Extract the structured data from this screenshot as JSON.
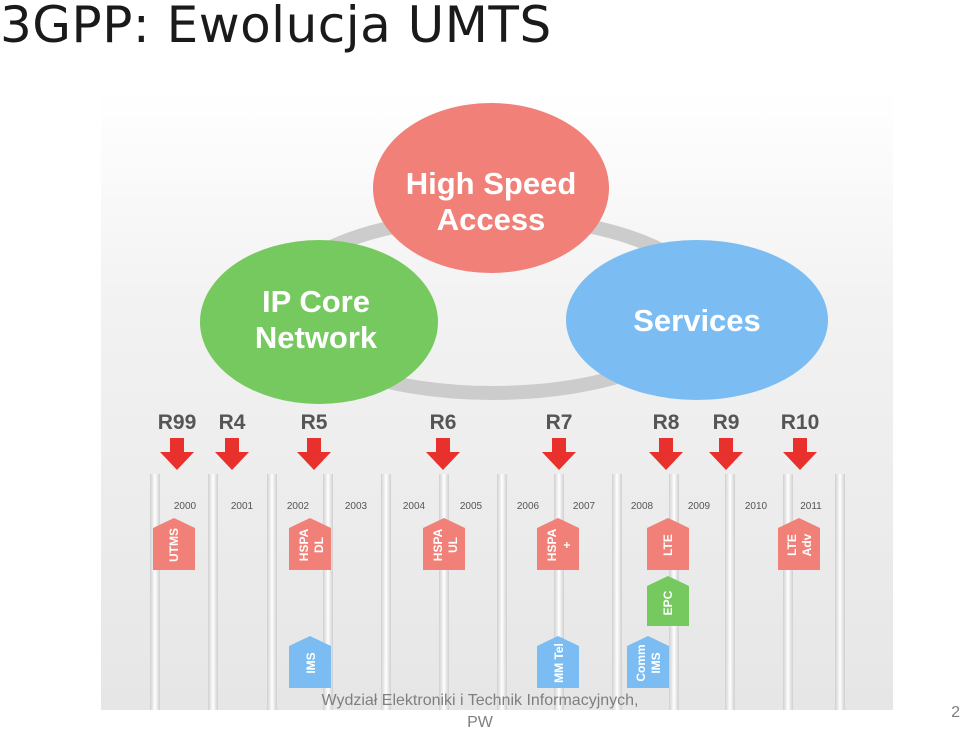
{
  "slide": {
    "title": "3GPP: Ewolucja UMTS",
    "page_number": "2"
  },
  "footer": {
    "line1": "Wydział Elektroniki i Technik Informacyjnych,",
    "line2": "PW"
  },
  "circles": [
    {
      "id": "high-speed-access",
      "line1": "High Speed",
      "line2": "Access",
      "color": "#f08078"
    },
    {
      "id": "ip-core-network",
      "line1": "IP Core",
      "line2": "Network",
      "color": "#76c95e"
    },
    {
      "id": "services",
      "line1": "Services",
      "line2": "",
      "color": "#7bbdf3"
    }
  ],
  "releases": [
    "R99",
    "R4",
    "R5",
    "R6",
    "R7",
    "R8",
    "R9",
    "R10"
  ],
  "years": [
    "2000",
    "2001",
    "2002",
    "2003",
    "2004",
    "2005",
    "2006",
    "2007",
    "2008",
    "2009",
    "2010",
    "2011"
  ],
  "features": [
    {
      "line1": "UTMS",
      "line2": "",
      "color": "#f08078"
    },
    {
      "line1": "HSPA",
      "line2": "DL",
      "color": "#f08078"
    },
    {
      "line1": "HSPA",
      "line2": "UL",
      "color": "#f08078"
    },
    {
      "line1": "HSPA",
      "line2": "+",
      "color": "#f08078"
    },
    {
      "line1": "LTE",
      "line2": "",
      "color": "#f08078"
    },
    {
      "line1": "LTE",
      "line2": "Adv",
      "color": "#f08078"
    },
    {
      "line1": "EPC",
      "line2": "",
      "color": "#76c95e"
    },
    {
      "line1": "IMS",
      "line2": "",
      "color": "#7bbdf3"
    },
    {
      "line1": "MM Tel",
      "line2": "",
      "color": "#7bbdf3"
    },
    {
      "line1": "Comm",
      "line2": "IMS",
      "color": "#7bbdf3"
    }
  ],
  "colors": {
    "arrow": "#e8312d",
    "release_text": "#555555",
    "year_text": "#555555",
    "timeline": "#d0d0d0"
  }
}
